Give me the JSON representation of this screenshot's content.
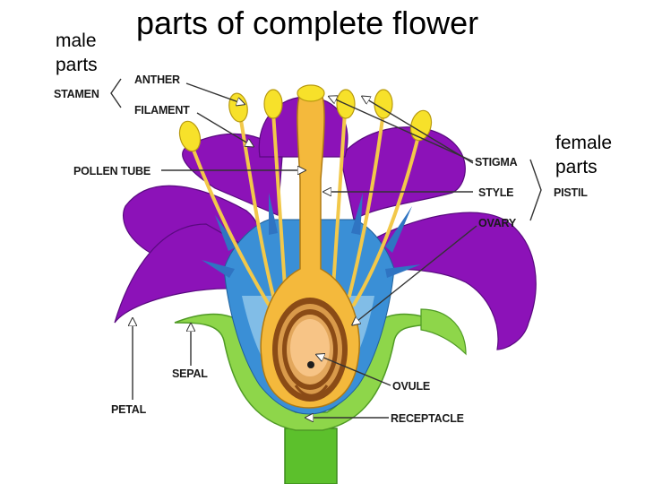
{
  "title": "parts of complete flower",
  "male_caption": "male parts",
  "female_caption": "female parts",
  "labels": {
    "stamen": "STAMEN",
    "anther": "ANTHER",
    "filament": "FILAMENT",
    "pollen_tube": "POLLEN TUBE",
    "stigma": "STIGMA",
    "style": "STYLE",
    "pistil": "PISTIL",
    "ovary": "OVARY",
    "sepal": "SEPAL",
    "ovule": "OVULE",
    "petal": "PETAL",
    "receptacle": "RECEPTACLE"
  },
  "colors": {
    "petal": "#8c12b8",
    "inner_blue": "#3a8fd6",
    "sepal": "#8ed64a",
    "stem": "#5cc02c",
    "stamen": "#f2c84a",
    "anther": "#f7e12a",
    "ovary": "#f4b93c",
    "ovule_chamber": "#8a4b16"
  }
}
